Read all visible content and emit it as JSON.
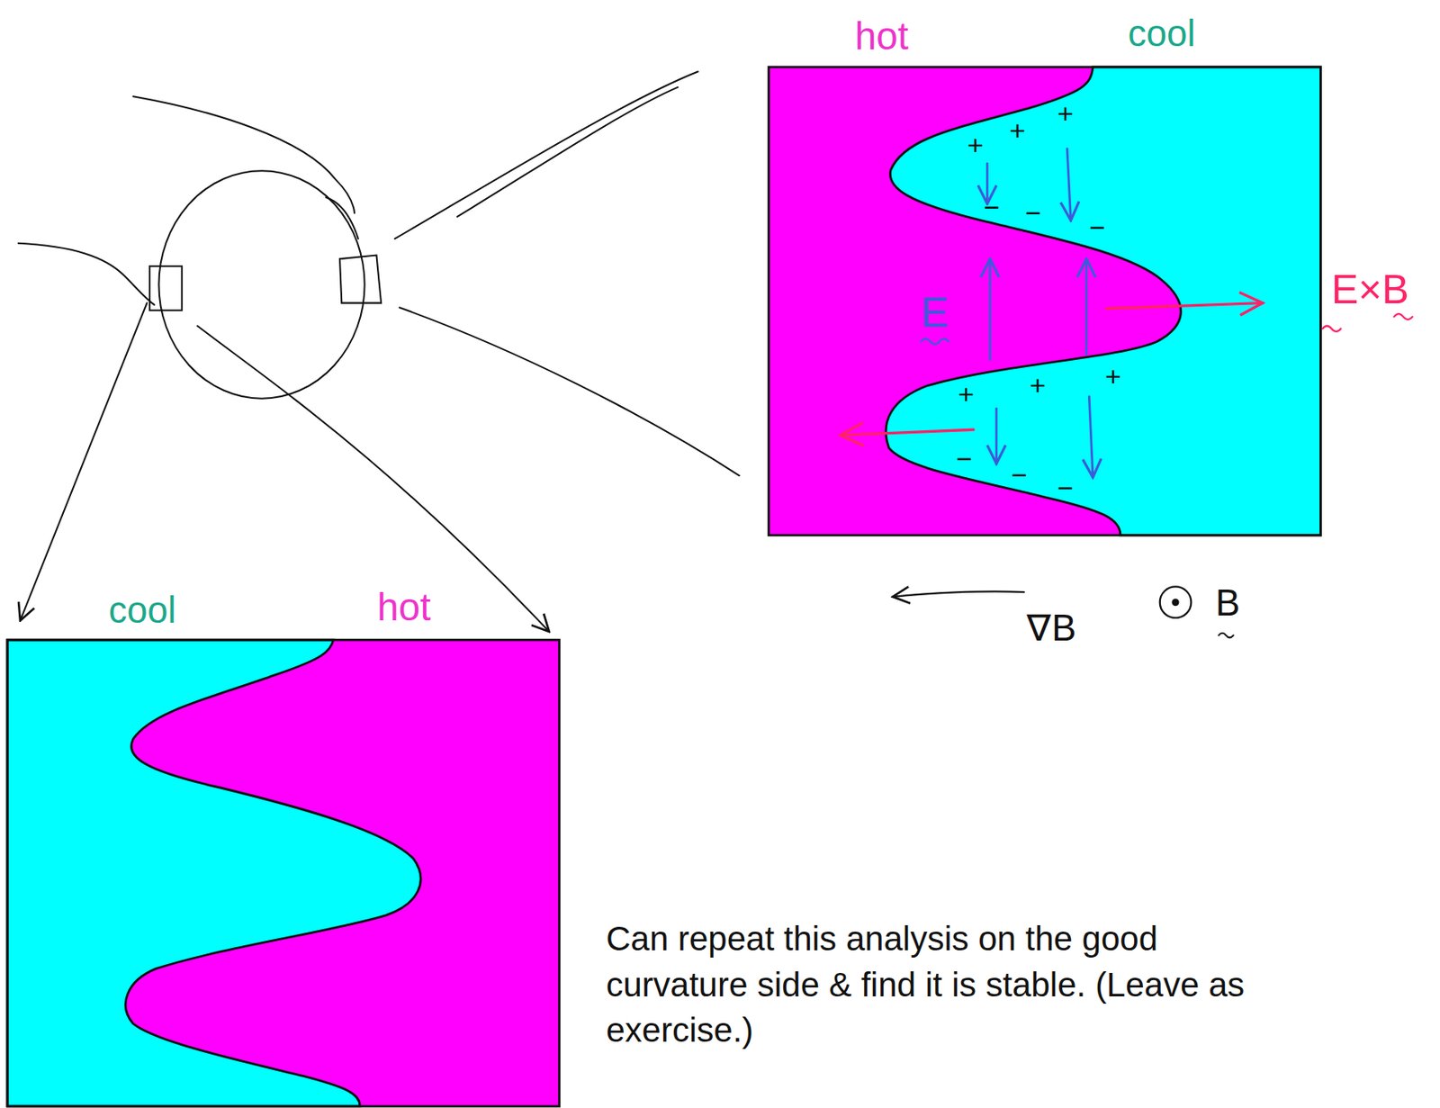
{
  "diagram": {
    "labels": [
      "hot",
      "cool",
      "+",
      "+",
      "+",
      "−",
      "−",
      "−",
      "E",
      "E×B",
      "+",
      "+",
      "+",
      "−",
      "−",
      "−",
      "∇B",
      "B",
      "cool",
      "hot",
      "Can repeat this analysis on the good curvature side & find it is stable. (Leave as exercise.)"
    ]
  }
}
